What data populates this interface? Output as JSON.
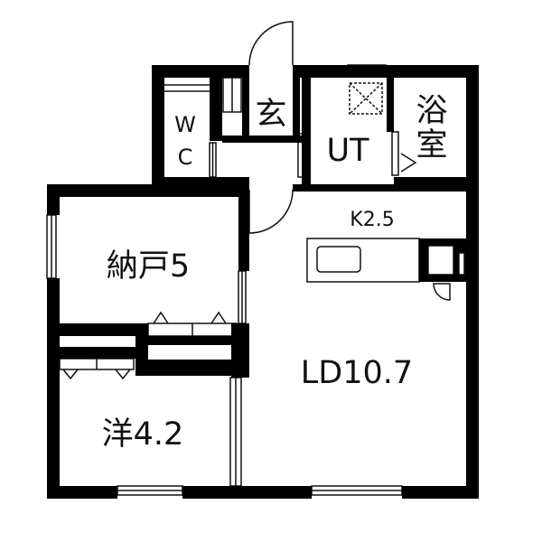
{
  "rooms": {
    "entrance": "玄",
    "wc_top": "W",
    "wc_bottom": "C",
    "utility": "UT",
    "bath_top": "浴",
    "bath_bottom": "室",
    "kitchen": "K2.5",
    "storage": "納戸5",
    "western": "洋4.2",
    "living": "LD10.7"
  },
  "colors": {
    "wall": "#000000",
    "background": "#ffffff",
    "line": "#111111"
  }
}
